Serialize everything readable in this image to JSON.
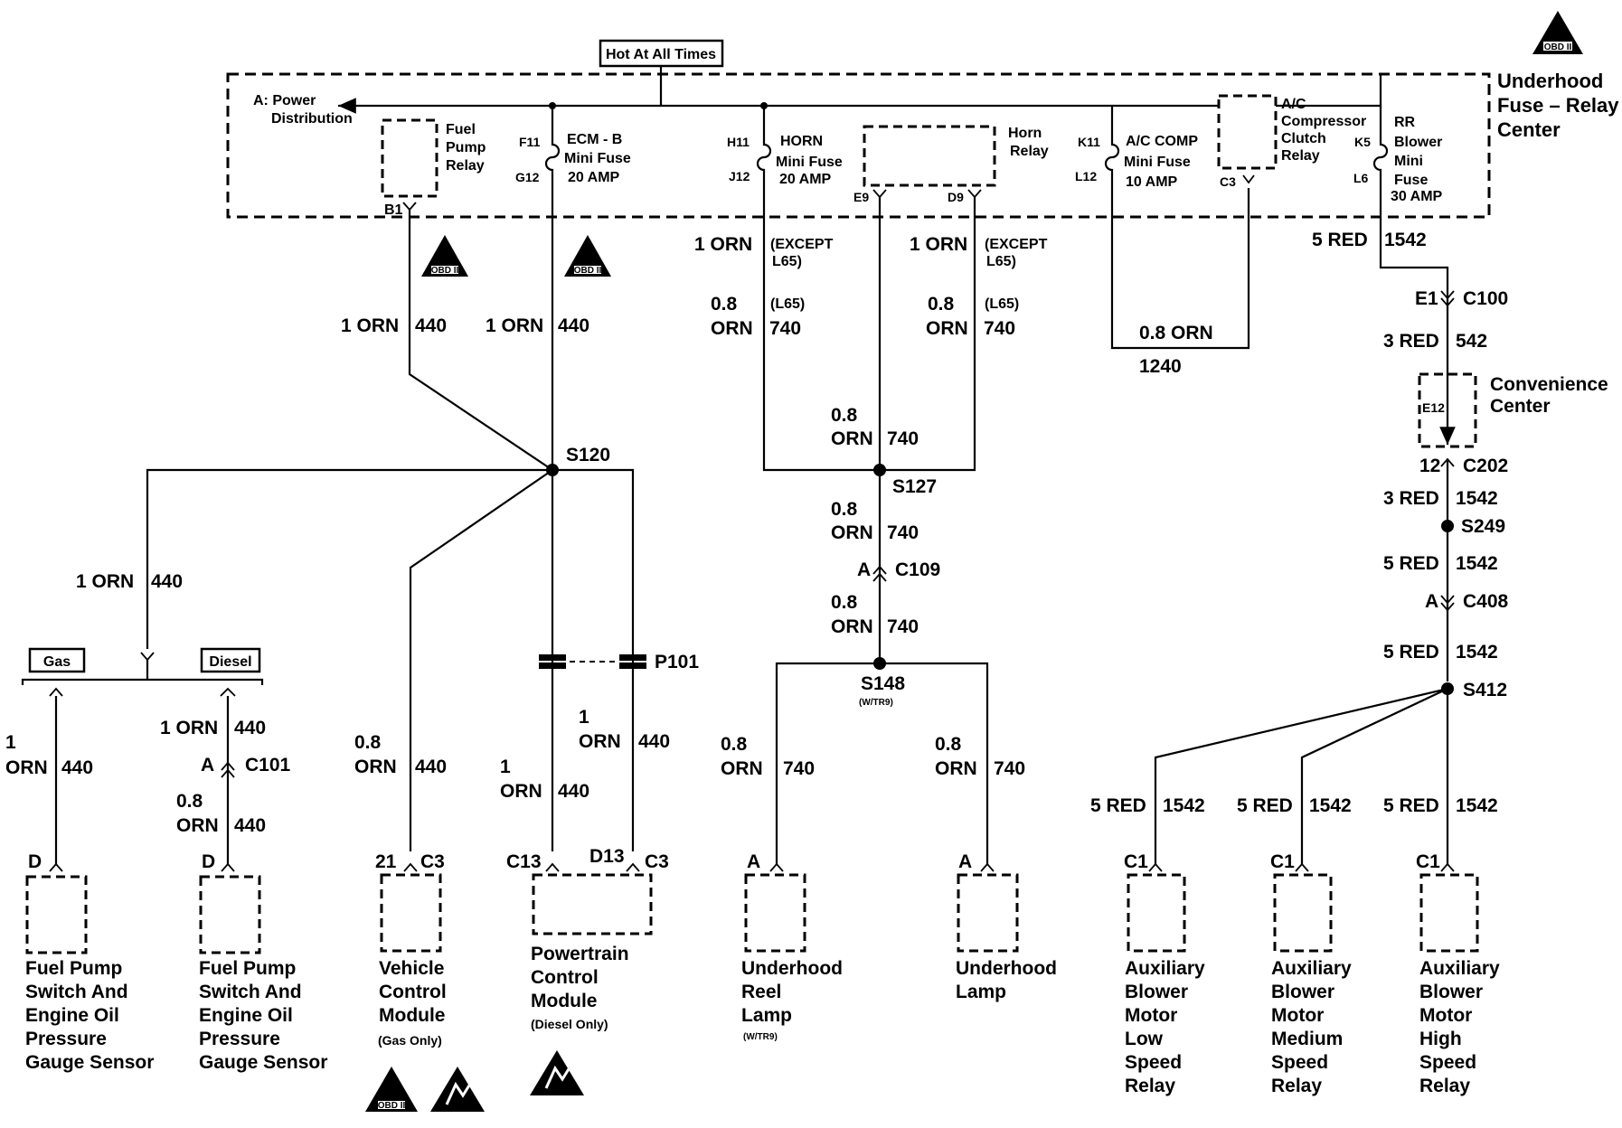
{
  "header": {
    "hot_label": "Hot At All Times",
    "center_label": [
      "Underhood",
      "Fuse – Relay",
      "Center"
    ],
    "obd": "OBD II"
  },
  "fuse_center": {
    "power_dist": [
      "A: Power",
      "Distribution"
    ],
    "fuel_pump_relay": [
      "Fuel",
      "Pump",
      "Relay"
    ],
    "fuel_pump_pin": "B1",
    "ecm_fuse": {
      "top_pin": "F11",
      "bottom_pin": "G12",
      "lines": [
        "ECM - B",
        "Mini Fuse",
        "20 AMP"
      ]
    },
    "horn_fuse": {
      "top_pin": "H11",
      "bottom_pin": "J12",
      "lines": [
        "HORN",
        "Mini Fuse",
        "20 AMP"
      ]
    },
    "horn_relay": {
      "lines": [
        "Horn",
        "Relay"
      ],
      "pin_left": "E9",
      "pin_right": "D9"
    },
    "ac_fuse": {
      "top_pin": "K11",
      "bottom_pin": "L12",
      "lines": [
        "A/C COMP",
        "Mini Fuse",
        "10 AMP"
      ]
    },
    "ac_relay": {
      "lines": [
        "A/C",
        "Compressor",
        "Clutch",
        "Relay"
      ],
      "pin": "C3"
    },
    "rr_fuse": {
      "top_pin": "K5",
      "bottom_pin": "L6",
      "lines": [
        "RR",
        "Blower",
        "Mini",
        "Fuse",
        "30 AMP"
      ]
    }
  },
  "wires": {
    "orn1": "1 ORN",
    "c440": "440",
    "c740": "740",
    "c1542": "1542",
    "c542": "542",
    "c1240": "1240",
    "orn08a": "0.8",
    "orn08b": "ORN",
    "orn08": "0.8 ORN",
    "red5": "5 RED",
    "red3": "3 RED",
    "except": [
      "(EXCEPT",
      "L65)"
    ],
    "l65": "(L65)",
    "one": "1",
    "orn": "ORN"
  },
  "splices": {
    "s120": "S120",
    "s127": "S127",
    "s148": "S148",
    "s148_note": "(W/TR9)",
    "s249": "S249",
    "s412": "S412",
    "p101": "P101"
  },
  "connectors": {
    "e1": "E1",
    "c100": "C100",
    "convenience": [
      "Convenience",
      "Center"
    ],
    "e12": "E12",
    "twelve": "12",
    "c202": "C202",
    "a": "A",
    "c109": "C109",
    "c408": "C408",
    "c101": "C101",
    "d": "D",
    "pin21": "21",
    "c3": "C3",
    "c13": "C13",
    "d13": "D13",
    "c1": "C1"
  },
  "options": {
    "gas": "Gas",
    "diesel": "Diesel"
  },
  "components": {
    "fp_gas": [
      "Fuel Pump",
      "Switch And",
      "Engine Oil",
      "Pressure",
      "Gauge Sensor"
    ],
    "fp_diesel": [
      "Fuel Pump",
      "Switch And",
      "Engine Oil",
      "Pressure",
      "Gauge Sensor"
    ],
    "vcm": [
      "Vehicle",
      "Control",
      "Module"
    ],
    "vcm_note": "(Gas Only)",
    "pcm": [
      "Powertrain",
      "Control",
      "Module"
    ],
    "pcm_note": "(Diesel Only)",
    "reel": [
      "Underhood",
      "Reel",
      "Lamp"
    ],
    "reel_note": "(W/TR9)",
    "uh_lamp": [
      "Underhood",
      "Lamp"
    ],
    "abm_low": [
      "Auxiliary",
      "Blower",
      "Motor",
      "Low",
      "Speed",
      "Relay"
    ],
    "abm_med": [
      "Auxiliary",
      "Blower",
      "Motor",
      "Medium",
      "Speed",
      "Relay"
    ],
    "abm_high": [
      "Auxiliary",
      "Blower",
      "Motor",
      "High",
      "Speed",
      "Relay"
    ]
  }
}
